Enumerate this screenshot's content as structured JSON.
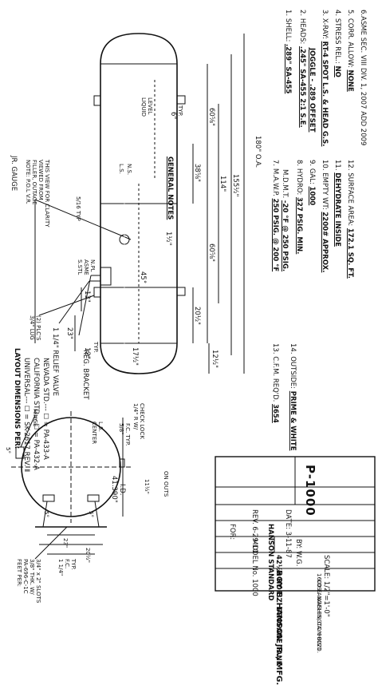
{
  "layout_note": {
    "title": "LAYOUT DIMENSIONS PER:",
    "universal": "UNIVERSAL---  ☐ = SK-2617 REV. Ⅱ",
    "california": "CALIFORNIA STD.-- ☐ = PA-432-A",
    "nevada": "NEVADA STD.--- ☐ = PA-433-A"
  },
  "labels": {
    "jr_gauge": "JR. GAUGE",
    "note": [
      "NOTE: P.O.L V.R.",
      "FILLER, OUTAGE",
      "VIEWED FROM",
      "THIS VIEW FOR CLARITY"
    ],
    "reg_bracket": "REG. BRACKET",
    "relief_valve": "1 1/4\" RELIEF VALVE",
    "lug": [
      "3/4\" LUG",
      "(2) PLC'S"
    ],
    "liquid_level": [
      "LIQUID",
      "LEVEL"
    ],
    "ls_ns": [
      "L.S.",
      "N.S."
    ],
    "sstl": [
      "S.STL",
      "ASME",
      "N.PL"
    ],
    "stress_note": "5/16 TYP",
    "typ": "TYP.",
    "center_ls": [
      "CENTER",
      "L.S."
    ],
    "hinge": "HINGE",
    "check_lock": [
      "1/4\" R W/",
      "CHECK LOCK"
    ],
    "fc_top": [
      "5/8\"",
      "F.C. TYP."
    ],
    "feet_per": [
      "FEET PER:",
      "PA-696-C-1C",
      "3/8\" THK. W/",
      "3/4\" x 2\" SLOTS"
    ],
    "on_outs": [
      "ON OUTS"
    ],
    "fc_bottom": [
      "1 1/4\"",
      "F.C.",
      "TYP."
    ],
    "id_dim": [
      "41.390\"",
      "I.D."
    ]
  },
  "dimensions": {
    "overall": "180\" O.A.",
    "d155": "155½\"",
    "d114": "114\"",
    "d60a": "60⅝\"",
    "d60b": "60⅝\"",
    "d38": "38⅝\"",
    "d20": "20½\"",
    "d12": "12½\"",
    "d13": "13\"",
    "d23": "23\"",
    "d6": "6\"",
    "d1": "1½\"",
    "d45": "45°",
    "d5a": "5°",
    "d5b": "5°",
    "d17": "17½\"",
    "d11": "11½\"",
    "d23e": "23\"",
    "d20e": "20½\"",
    "d12e": "12\"",
    "d5c": "5°"
  },
  "notes": [
    {
      "num": "1.",
      "label": "SHELL:",
      "value": ".289\" SA-455"
    },
    {
      "num": "2.",
      "label": "HEADS:",
      "value": ".245\" SA-455 2:1 S.E."
    },
    {
      "num": "",
      "label": "",
      "value": "JOGGLE - .289 OFFSET"
    },
    {
      "num": "3.",
      "label": "X-RAY:",
      "value": "RT-4 SPOT L.S. & HEAD G.S."
    },
    {
      "num": "4.",
      "label": "STRESS REL.:",
      "value": "NO"
    },
    {
      "num": "5.",
      "label": "CORR. ALLOW:",
      "value": "NONE"
    },
    {
      "num": "6.",
      "label": "ASME SEC. VIII DIV. 1, 2007 ADD 2009",
      "value": ""
    }
  ],
  "notes_right": [
    {
      "num": "7.",
      "label": "M.A.W.P.",
      "value": "250 PSIG. @ 200 °F"
    },
    {
      "num": "",
      "label": "M.D.M.T.",
      "value": "-20 °F @ 250 PSIG."
    },
    {
      "num": "8.",
      "label": "HYDRO:",
      "value": "327 PSIG. MIN."
    },
    {
      "num": "9.",
      "label": "GAL:",
      "value": "1000"
    },
    {
      "num": "10.",
      "label": "EMPTY WT:",
      "value": "2200# APPROX."
    },
    {
      "num": "11.",
      "label": "",
      "value": "DEHYDRATE INSIDE"
    },
    {
      "num": "12.",
      "label": "SURFACE AREA:",
      "value": "172.1 SQ. FT."
    }
  ],
  "notes_far": [
    {
      "num": "13.",
      "label": "C.F.M. REQ'D.",
      "value": "3654"
    },
    {
      "num": "14.",
      "label": "OUTSIDE:",
      "value": "PRIME & WHITE"
    }
  ],
  "general_notes_title": "GENERAL NOTES",
  "title_block": {
    "drawing_no": "P-1000",
    "rev": "REV. 6-29-10",
    "date": "DATE: 3-11-87",
    "for": "FOR:",
    "customer": "HANSON STANDARD",
    "model": "MODEL No. 1000",
    "desc": "42½ø HORIZ. PROPANE TANK",
    "by": "BY: W.G.",
    "scale": "SCALE: 1/2\"=1'-0\"",
    "company": "ROY E. HANSON JR., MFG.",
    "address1": "1600 E. WASHINGTON BLVD.",
    "address2": "LOS ANGELES, CA. 90021"
  }
}
